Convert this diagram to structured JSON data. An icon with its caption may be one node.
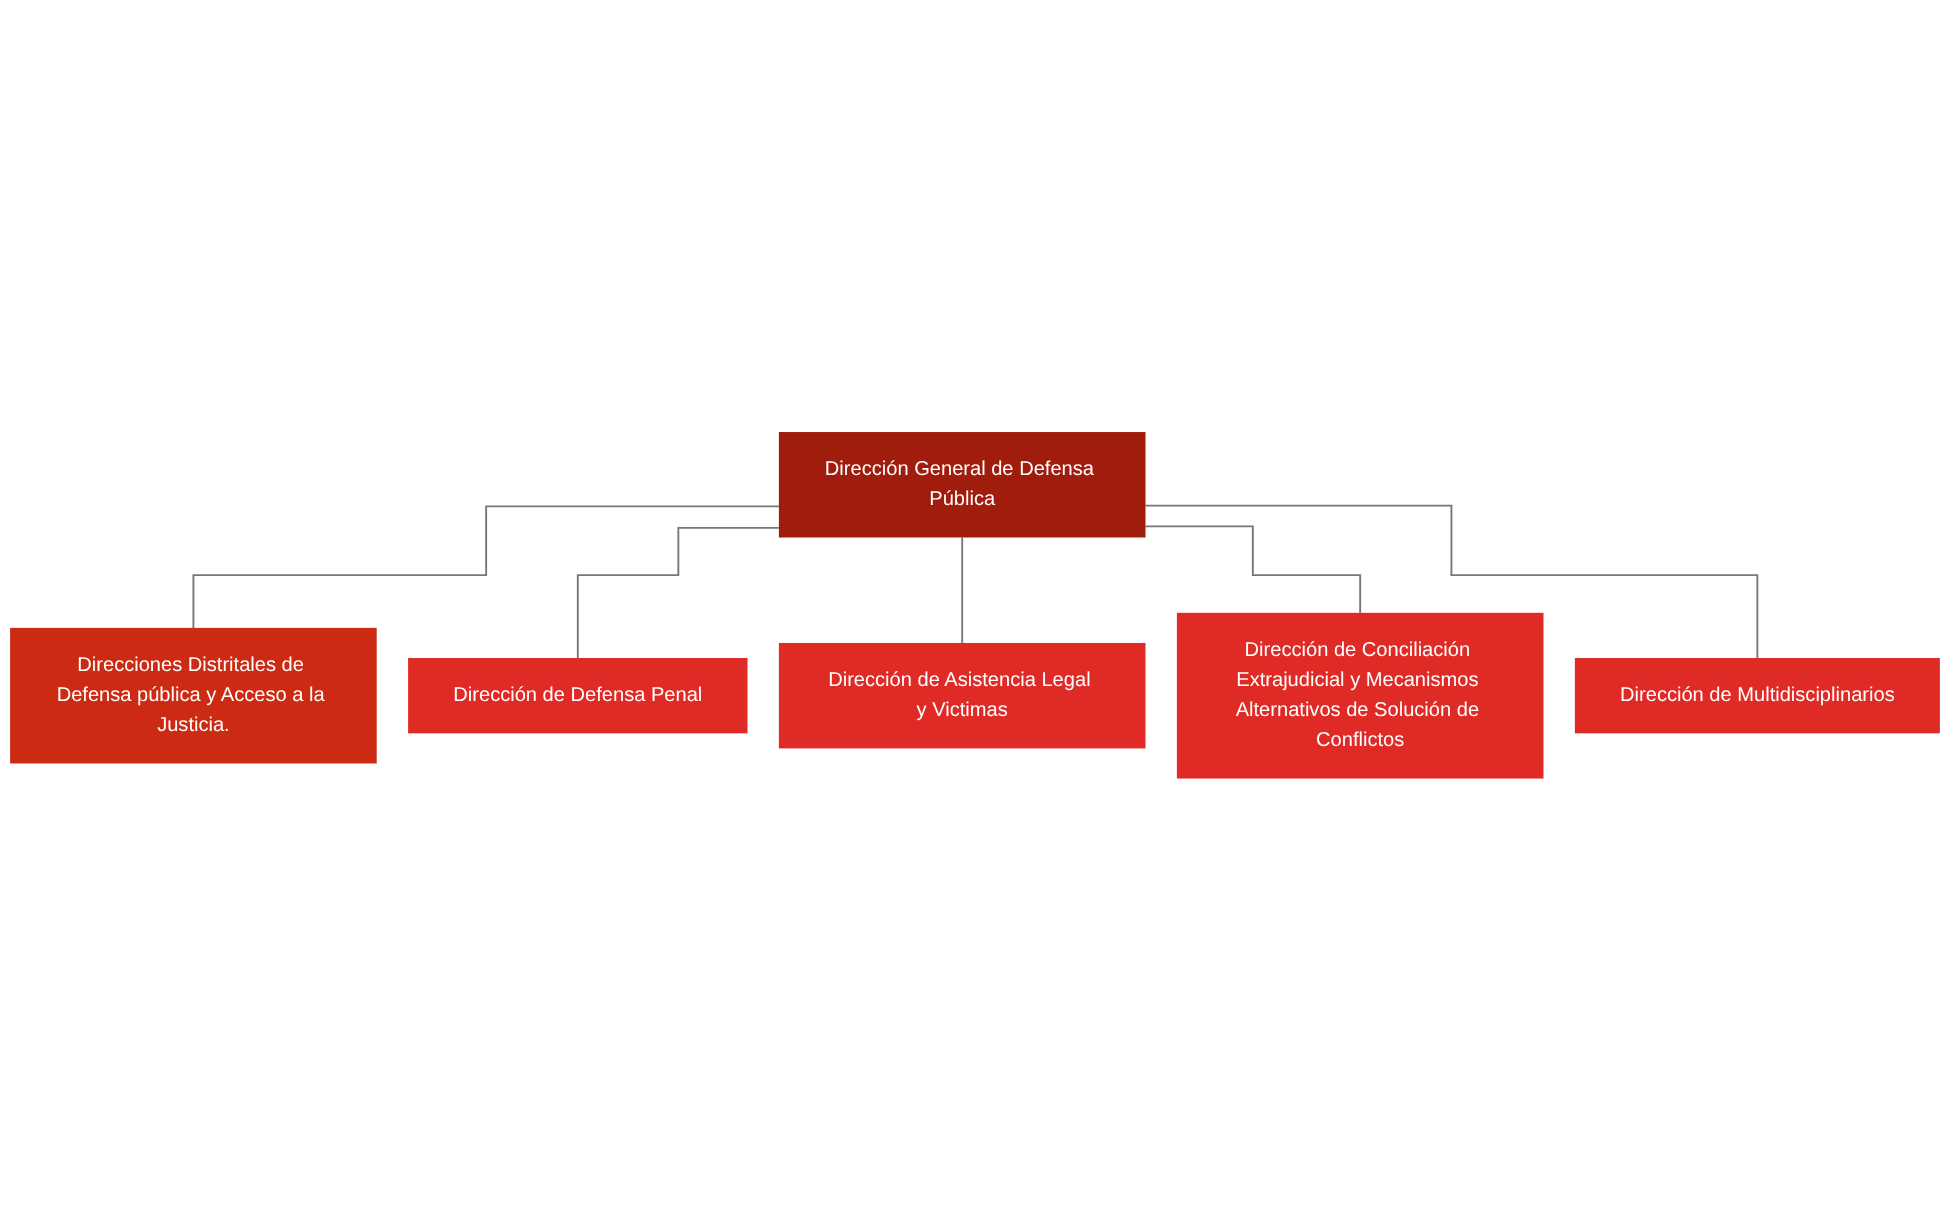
{
  "diagram": {
    "nodes": [
      {
        "text": [
          "Dirección General de Defensa Pública"
        ]
      },
      {
        "text": [
          "Direcciones Distritales de Defensa pública y Acceso a la Justicia."
        ]
      },
      {
        "text": [
          "Dirección de Defensa Penal"
        ]
      },
      {
        "text": [
          "Dirección de Asistencia Legal y Victimas"
        ]
      },
      {
        "text": [
          "Dirección de Conciliación Extrajudicial y Mecanismos Alternativos de Solución de Conflictos"
        ]
      },
      {
        "text": [
          "Dirección de Multidisciplinarios"
        ]
      }
    ],
    "edges": [
      {
        "from": 0,
        "to": 1,
        "arrow": "none"
      },
      {
        "from": 0,
        "to": 2,
        "arrow": "none"
      },
      {
        "from": 0,
        "to": 3,
        "arrow": "none"
      },
      {
        "from": 0,
        "to": 4,
        "arrow": "none"
      },
      {
        "from": 0,
        "to": 5,
        "arrow": "none"
      }
    ]
  }
}
